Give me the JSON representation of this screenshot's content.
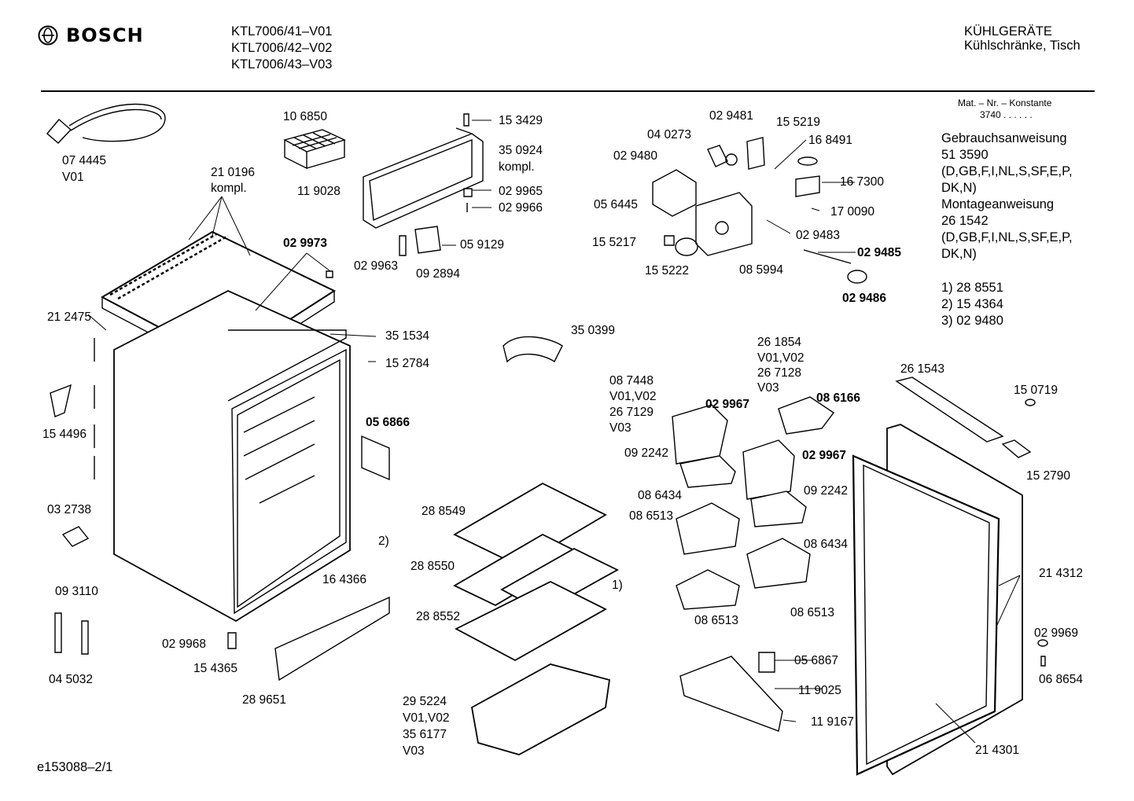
{
  "brand": "BOSCH",
  "models": [
    "KTL7006/41–V01",
    "KTL7006/42–V02",
    "KTL7006/43–V03"
  ],
  "category": [
    "KÜHLGERÄTE",
    "Kühlschränke, Tisch"
  ],
  "mat_nr_label": "Mat. – Nr. – Konstante",
  "mat_nr_value": "3740  .  .   .  .  .  .",
  "docs": [
    "Gebrauchsanweisung",
    "51 3590",
    "(D,GB,F,I,NL,S,SF,E,P,",
    "DK,N)",
    "Montageanweisung",
    "26 1542",
    "(D,GB,F,I,NL,S,SF,E,P,",
    "DK,N)"
  ],
  "footnotes": [
    "1) 28 8551",
    "2) 15 4364",
    "3) 02 9480"
  ],
  "figure_id": "e153088–2/1",
  "labels": {
    "l074445": "07 4445",
    "v01a": "V01",
    "l210196": "21 0196",
    "kompl_a": "kompl.",
    "l106850": "10 6850",
    "l153429": "15 3429",
    "l350924": "35 0924",
    "kompl_b": "kompl.",
    "l119028": "11 9028",
    "l029965": "02 9965",
    "l029966": "02 9966",
    "l029963": "02 9963",
    "l059129": "05 9129",
    "l092894": "09 2894",
    "l029973": "02 9973",
    "l212475": "21 2475",
    "l351534": "35 1534",
    "l152784": "15 2784",
    "l154496": "15 4496",
    "l056866": "05 6866",
    "l032738": "03 2738",
    "fn2": "2)",
    "l164366": "16 4366",
    "l093110": "09 3110",
    "l045032": "04 5032",
    "l029968": "02 9968",
    "l154365": "15 4365",
    "l289651": "28 9651",
    "l040273": "04 0273",
    "l029481": "02 9481",
    "l155219": "15 5219",
    "l168491": "16 8491",
    "l029480": "02 9480",
    "l167300": "16 7300",
    "l056445": "05 6445",
    "l170090": "17 0090",
    "l155217": "15 5217",
    "l029483": "02 9483",
    "l029485": "02 9485",
    "l155222": "15 5222",
    "l085994": "08 5994",
    "l029486": "02 9486",
    "l350399": "35 0399",
    "l288549": "28 8549",
    "l288550": "28 8550",
    "fn1": "1)",
    "l288552": "28 8552",
    "l295224": "29 5224",
    "v0102a": "V01,V02",
    "l356177": "35 6177",
    "v03a": "V03",
    "l087448": "08 7448",
    "v0102b": "V01,V02",
    "l267129": "26 7129",
    "v03b": "V03",
    "l029967a": "02 9967",
    "l261854": "26 1854",
    "v0102c": "V01,V02",
    "l267128": "26 7128",
    "v03c": "V03",
    "l086166": "08 6166",
    "l092242a": "09 2242",
    "l029967b": "02 9967",
    "l092242b": "09 2242",
    "l086434a": "08 6434",
    "l086513a": "08 6513",
    "l086434b": "08 6434",
    "l086513b": "08 6513",
    "l086513c": "08 6513",
    "l056867": "05 6867",
    "l119025": "11 9025",
    "l119167": "11 9167",
    "l261543": "26 1543",
    "l150719": "15 0719",
    "l152790": "15 2790",
    "l214312": "21 4312",
    "l029969": "02 9969",
    "l068654": "06 8654",
    "l214301": "21 4301"
  }
}
